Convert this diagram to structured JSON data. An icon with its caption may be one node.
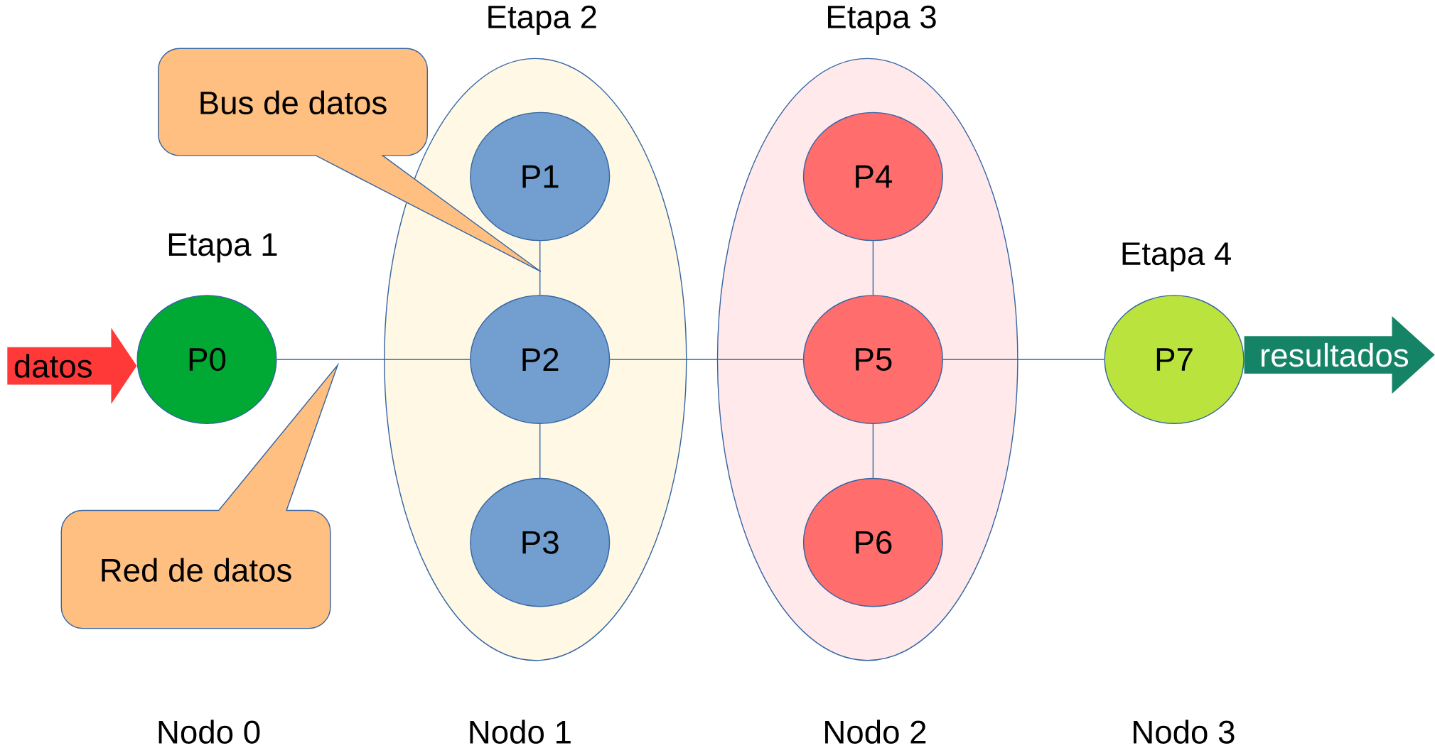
{
  "diagram": {
    "nodes": [
      {
        "text": [
          "Etapa 1",
          "P0"
        ]
      },
      {
        "text": [
          "Etapa 2"
        ]
      },
      {
        "text": [
          "P1"
        ],
        "in": 1
      },
      {
        "text": [
          "P2"
        ],
        "in": 1
      },
      {
        "text": [
          "P3"
        ],
        "in": 1
      },
      {
        "text": [
          "Etapa 3"
        ]
      },
      {
        "text": [
          "P4"
        ],
        "in": 5
      },
      {
        "text": [
          "P5"
        ],
        "in": 5
      },
      {
        "text": [
          "P6"
        ],
        "in": 5
      },
      {
        "text": [
          "Etapa 4",
          "P7"
        ]
      },
      {
        "text": [
          "Bus de datos"
        ]
      },
      {
        "text": [
          "Red de datos"
        ]
      }
    ],
    "edges": [
      {
        "from": null,
        "to": 0,
        "arrow": "to",
        "label": "datos",
        "style": "thick",
        "color": "#ff3838"
      },
      {
        "from": 0,
        "to": 3,
        "arrow": "none"
      },
      {
        "from": 2,
        "to": 3,
        "arrow": "none"
      },
      {
        "from": 3,
        "to": 4,
        "arrow": "none"
      },
      {
        "from": 3,
        "to": 7,
        "arrow": "none"
      },
      {
        "from": 6,
        "to": 7,
        "arrow": "none"
      },
      {
        "from": 7,
        "to": 8,
        "arrow": "none"
      },
      {
        "from": 7,
        "to": 9,
        "arrow": "none"
      },
      {
        "from": 9,
        "to": null,
        "arrow": "to",
        "label": "resultados",
        "style": "thick",
        "color": "#158466"
      }
    ],
    "labels": [
      "Nodo 0",
      "Nodo 1",
      "Nodo 2",
      "Nodo 3"
    ]
  }
}
